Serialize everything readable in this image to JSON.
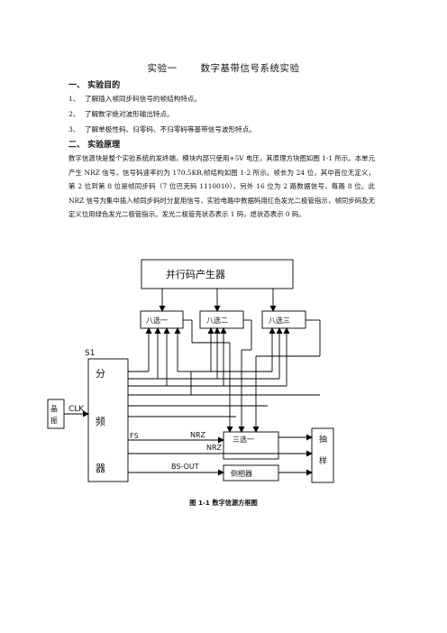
{
  "document": {
    "title_prefix": "实验一",
    "title_main": "数字基带信号系统实验",
    "section1": {
      "heading": "一、 实验目的",
      "items": [
        {
          "num": "1、",
          "text": "了解插入帧同步码信号的帧结构特点。"
        },
        {
          "num": "2、",
          "text": "了解数字绝对波形输出特点。"
        },
        {
          "num": "3、",
          "text": "了解单极性码、归零码、不归零码等基带信号波形特点。"
        }
      ]
    },
    "section2": {
      "heading": "二、 实验原理",
      "paragraph": "数字信源块是整个实验系统的发终端，模块内部只使用+5V 电压，其原理方块图如图 1-1 所示。本单元产生 NRZ 信号，信号码速率约为 170.5KB,帧结构如图 1-2 所示。帧长为 24 位，其中首位无定义，第 2 位到第 8 位是帧同步码（7 位巴克码 1110010），另外 16 位为 2 路数据信号，每路 8 位。此 NRZ 信号为集中插入帧同步码时分复用信号，实验电路中数据码用红色发光二极管指示，帧同步码及无定义位用绿色发光二极管指示。发光二极管亮状态表示 1 码，熄状态表示 0 码。"
    }
  },
  "diagram": {
    "parallel_gen": "并行码产生器",
    "mux1": "八选一",
    "mux2": "八选二",
    "mux3": "八选三",
    "s1": "S1",
    "divider_chars": [
      "分",
      "频",
      "器"
    ],
    "crystal_chars": [
      "晶",
      "振"
    ],
    "clk": "CLK",
    "fs": "FS",
    "nrz": "NRZ",
    "nrz2": "NRZ",
    "sel3to1": "三选一",
    "sampler_chars": [
      "抽",
      "样"
    ],
    "bs_out": "BS-OUT",
    "inverter": "倒相器"
  },
  "caption": "图 1-1   数字信源方框图"
}
